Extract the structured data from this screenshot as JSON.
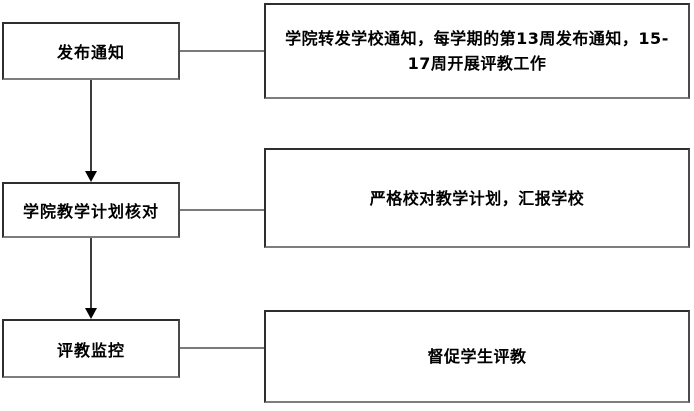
{
  "flowchart": {
    "steps": [
      {
        "label": "发布通知",
        "detail": "学院转发学校通知，每学期的第13周发布通知，15-17周开展评教工作"
      },
      {
        "label": "学院教学计划核对",
        "detail": "严格校对教学计划，汇报学校"
      },
      {
        "label": "评教监控",
        "detail": "督促学生评教"
      }
    ],
    "colors": {
      "background": "#ffffff",
      "box_border": "#2e2e2e",
      "box_border_shadow": "#7d7d7d",
      "connector": "#7a7a7a",
      "arrow": "#000000",
      "text": "#000000"
    }
  }
}
